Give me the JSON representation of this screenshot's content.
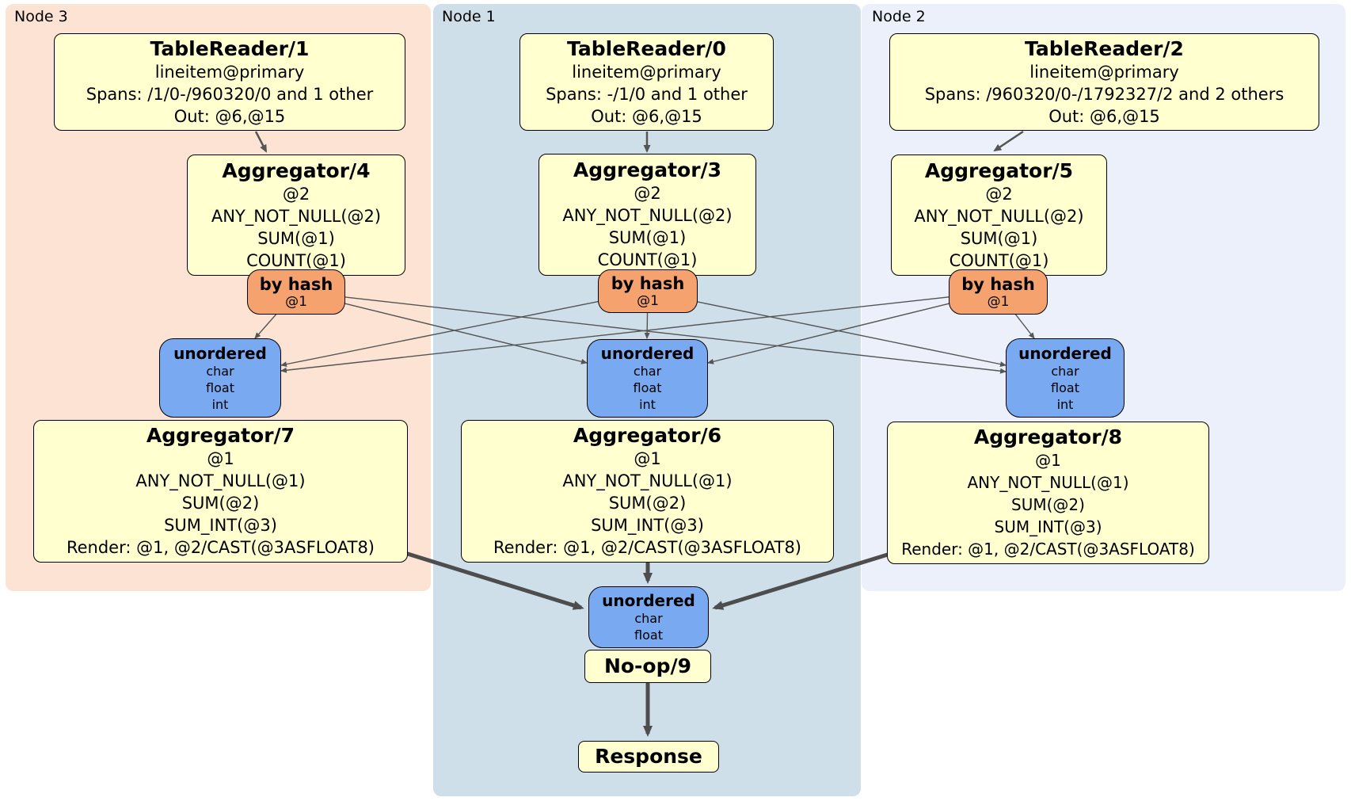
{
  "regions": {
    "node3": {
      "label": "Node 3"
    },
    "node1": {
      "label": "Node 1"
    },
    "node2": {
      "label": "Node 2"
    }
  },
  "processors": {
    "tablereader1": {
      "title": "TableReader/1",
      "lines": [
        "lineitem@primary",
        "Spans: /1/0-/960320/0 and 1 other",
        "Out: @6,@15"
      ]
    },
    "tablereader0": {
      "title": "TableReader/0",
      "lines": [
        "lineitem@primary",
        "Spans: -/1/0 and 1 other",
        "Out: @6,@15"
      ]
    },
    "tablereader2": {
      "title": "TableReader/2",
      "lines": [
        "lineitem@primary",
        "Spans: /960320/0-/1792327/2 and 2 others",
        "Out: @6,@15"
      ]
    },
    "aggregator4": {
      "title": "Aggregator/4",
      "lines": [
        "@2",
        "ANY_NOT_NULL(@2)",
        "SUM(@1)",
        "COUNT(@1)"
      ]
    },
    "aggregator3": {
      "title": "Aggregator/3",
      "lines": [
        "@2",
        "ANY_NOT_NULL(@2)",
        "SUM(@1)",
        "COUNT(@1)"
      ]
    },
    "aggregator5": {
      "title": "Aggregator/5",
      "lines": [
        "@2",
        "ANY_NOT_NULL(@2)",
        "SUM(@1)",
        "COUNT(@1)"
      ]
    },
    "aggregator7": {
      "title": "Aggregator/7",
      "lines": [
        "@1",
        "ANY_NOT_NULL(@1)",
        "SUM(@2)",
        "SUM_INT(@3)",
        "Render: @1, @2/CAST(@3ASFLOAT8)"
      ]
    },
    "aggregator6": {
      "title": "Aggregator/6",
      "lines": [
        "@1",
        "ANY_NOT_NULL(@1)",
        "SUM(@2)",
        "SUM_INT(@3)",
        "Render: @1, @2/CAST(@3ASFLOAT8)"
      ]
    },
    "aggregator8": {
      "title": "Aggregator/8",
      "lines": [
        "@1",
        "ANY_NOT_NULL(@1)",
        "SUM(@2)",
        "SUM_INT(@3)",
        "Render: @1, @2/CAST(@3ASFLOAT8)"
      ]
    },
    "noop9": {
      "title": "No-op/9"
    },
    "response": {
      "title": "Response"
    }
  },
  "routers": {
    "byhash3": {
      "title": "by hash",
      "lines": [
        "@1"
      ]
    },
    "byhash1": {
      "title": "by hash",
      "lines": [
        "@1"
      ]
    },
    "byhash2": {
      "title": "by hash",
      "lines": [
        "@1"
      ]
    }
  },
  "synchronizers": {
    "unordered3": {
      "title": "unordered",
      "lines": [
        "char",
        "float",
        "int"
      ]
    },
    "unordered1": {
      "title": "unordered",
      "lines": [
        "char",
        "float",
        "int"
      ]
    },
    "unordered2": {
      "title": "unordered",
      "lines": [
        "char",
        "float",
        "int"
      ]
    },
    "unordered_final": {
      "title": "unordered",
      "lines": [
        "char",
        "float"
      ]
    }
  },
  "colors": {
    "node3_bg": "#fce3d3",
    "node1_bg": "#cfdfe9",
    "node2_bg": "#ebf0fa",
    "proc_bg": "#ffffcf",
    "router_bg": "#f5a26e",
    "sync_bg": "#78a9f1",
    "border": "#000000",
    "edge_thin": "#555555",
    "edge_thick": "#4d4d4d"
  }
}
